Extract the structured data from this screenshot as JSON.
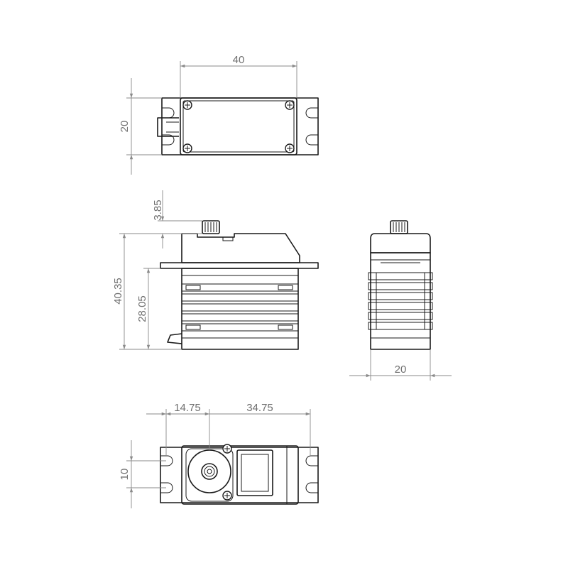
{
  "top_view": {
    "width_dim": "40",
    "height_dim": "20"
  },
  "side_view": {
    "spline_dim": "3.85",
    "total_height_dim": "40.35",
    "body_height_dim": "28.05"
  },
  "end_view": {
    "depth_dim": "20"
  },
  "bottom_view": {
    "horn_offset_dim": "14.75",
    "rest_length_dim": "34.75",
    "spacing_dim": "10"
  }
}
